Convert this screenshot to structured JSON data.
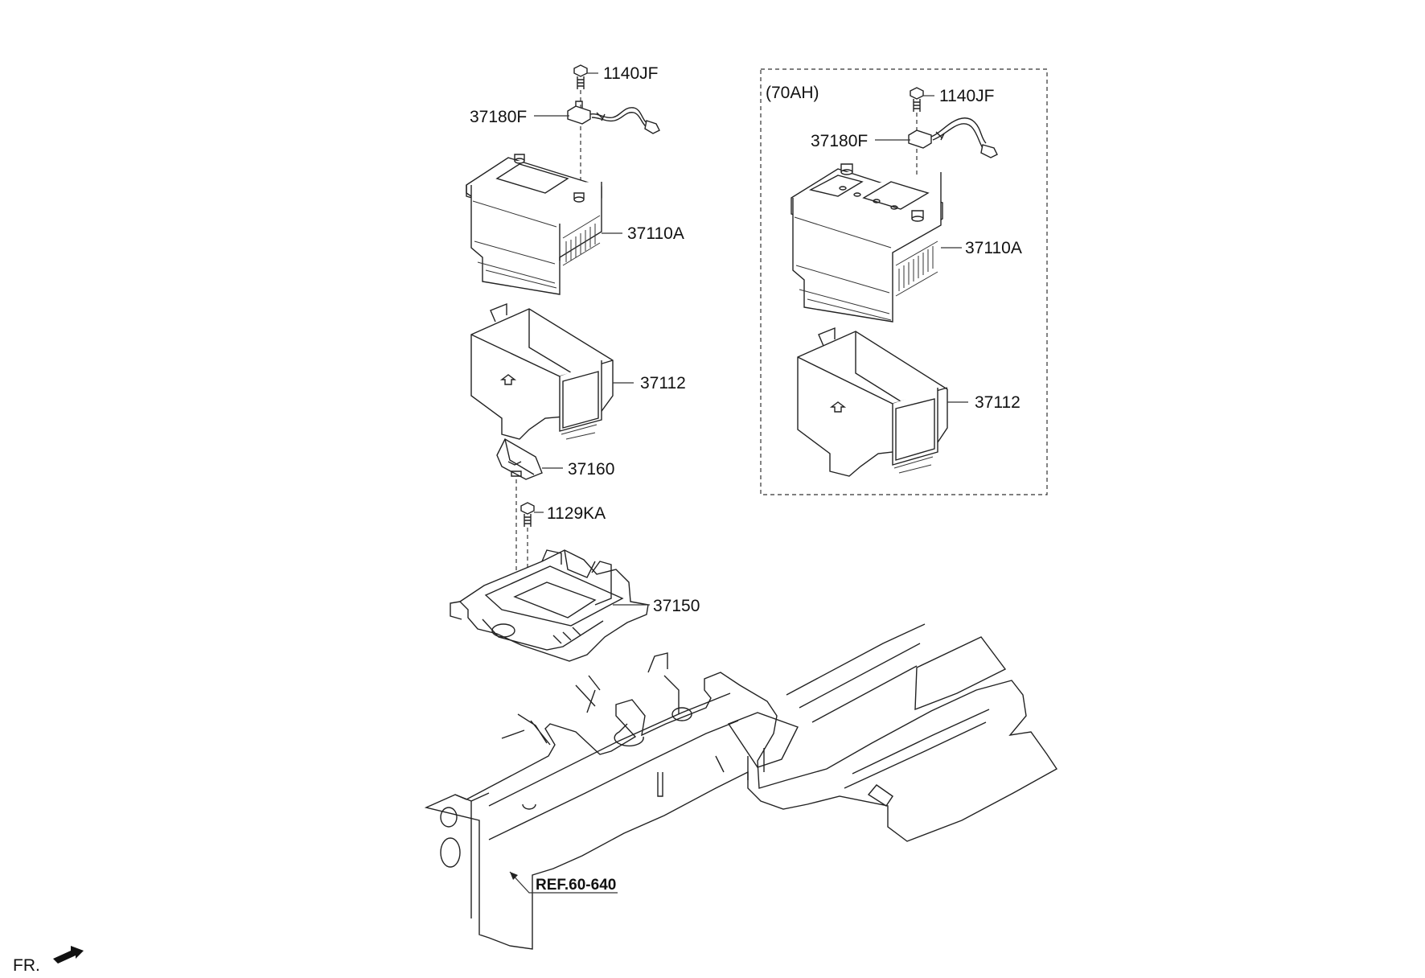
{
  "variant_label": "(70AH)",
  "labels": {
    "bolt_top": "1140JF",
    "cable_top": "37180F",
    "battery": "37110A",
    "tray_cover": "37112",
    "clamp": "37160",
    "bolt_tray": "1129KA",
    "tray": "37150",
    "bolt_variant": "1140JF",
    "cable_variant": "37180F",
    "battery_variant": "37110A",
    "tray_cover_variant": "37112"
  },
  "reference": "REF.60-640",
  "direction": "FR."
}
